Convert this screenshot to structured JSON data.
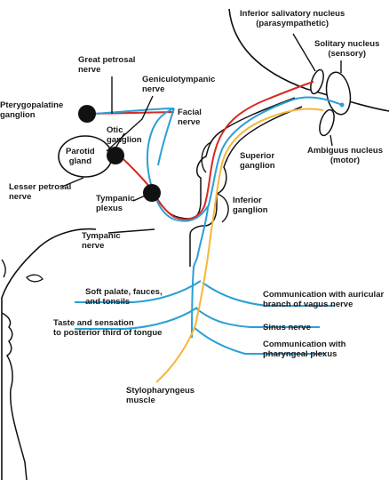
{
  "colors": {
    "parasympathetic": "#d8291f",
    "sensory": "#2a9fd6",
    "motor": "#f4b73a",
    "outline": "#111111",
    "ganglion": "#111111"
  },
  "labels": {
    "inferior_salivatory_nucleus": {
      "line1": "Inferior salivatory nucleus",
      "line2": "(parasympathetic)"
    },
    "solitary_nucleus": {
      "line1": "Solitary nucleus",
      "line2": "(sensory)"
    },
    "ambiguus_nucleus": {
      "line1": "Ambiguus nucleus",
      "line2": "(motor)"
    },
    "great_petrosal_nerve": {
      "line1": "Great petrosal",
      "line2": "nerve"
    },
    "geniculotympanic_nerve": {
      "line1": "Geniculotympanic",
      "line2": "nerve"
    },
    "pterygopalatine_ganglion": {
      "line1": "Pterygopalatine",
      "line2": "ganglion"
    },
    "facial_nerve": {
      "line1": "Facial",
      "line2": "nerve"
    },
    "otic_ganglion": {
      "line1": "Otic",
      "line2": "ganglion"
    },
    "parotid_gland": {
      "line1": "Parotid",
      "line2": "gland"
    },
    "lesser_petrosal_nerve": {
      "line1": "Lesser petrosal",
      "line2": "nerve"
    },
    "superior_ganglion": {
      "line1": "Superior",
      "line2": "ganglion"
    },
    "inferior_ganglion": {
      "line1": "Inferior",
      "line2": "ganglion"
    },
    "tympanic_plexus": {
      "line1": "Tympanic",
      "line2": "plexus"
    },
    "tympanic_nerve": {
      "line1": "Tympanic",
      "line2": "nerve"
    },
    "soft_palate": {
      "line1": "Soft palate, fauces,",
      "line2": "and tonsils"
    },
    "taste_sensation": {
      "line1": "Taste and sensation",
      "line2": "to posterior third of tongue"
    },
    "communication_auricular": {
      "line1": "Communication with auricular",
      "line2": "branch of vagus nerve"
    },
    "sinus_nerve": {
      "line1": "Sinus nerve"
    },
    "communication_pharyngeal": {
      "line1": "Communication with",
      "line2": "pharyngeal plexus"
    },
    "stylopharyngeus_muscle": {
      "line1": "Stylopharyngeus",
      "line2": "muscle"
    }
  }
}
